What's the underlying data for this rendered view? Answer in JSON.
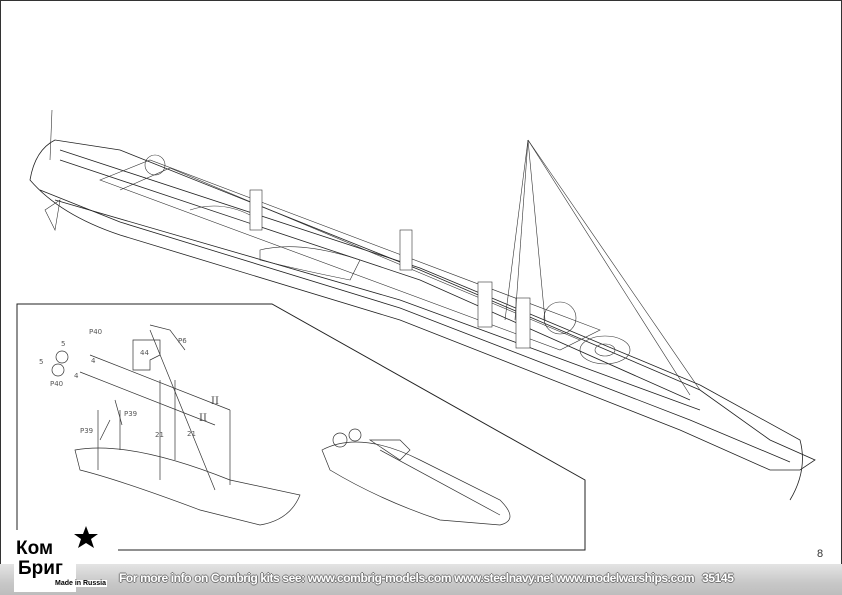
{
  "page": {
    "number": "8"
  },
  "footer": {
    "info_text": "For more info on Combrig kits see: www.combrig-models.com www.steelnavy.net  www.modelwarships.com",
    "kit_number": "35145"
  },
  "logo": {
    "line1": "Ком",
    "line2": "Бриг",
    "tagline": "Made in Russia"
  },
  "detail_labels": {
    "p40_a": "P40",
    "p40_b": "P40",
    "p5_a": "5",
    "p5_b": "5",
    "p4_a": "4",
    "p4_b": "4",
    "p44": "44",
    "p6": "P6",
    "p39_a": "P39",
    "p39_b": "P39",
    "p21_a": "21",
    "p21_b": "21",
    "roman_a": "II",
    "roman_b": "II"
  }
}
